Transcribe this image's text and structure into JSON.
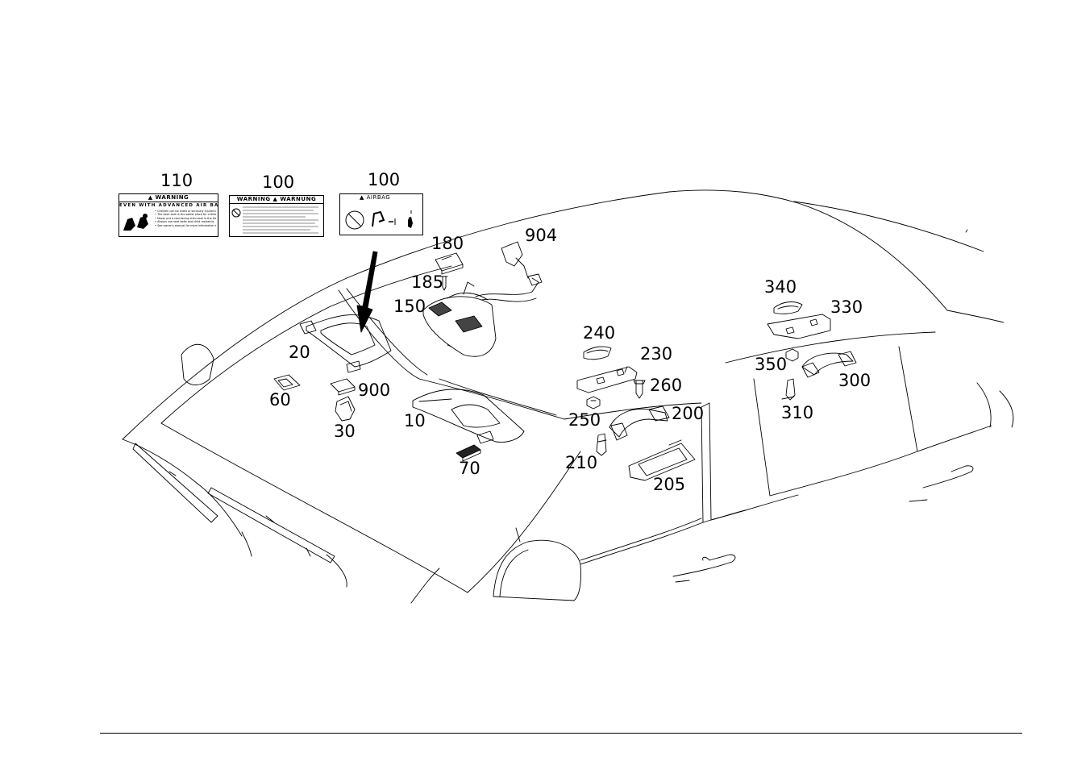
{
  "labels": {
    "l110": "110",
    "l100a": "100",
    "l100b": "100",
    "l180": "180",
    "l904": "904",
    "l185": "185",
    "l150": "150",
    "l340": "340",
    "l330": "330",
    "l240": "240",
    "l230": "230",
    "l20": "20",
    "l260": "260",
    "l350": "350",
    "l300": "300",
    "l60": "60",
    "l900": "900",
    "l250": "250",
    "l200": "200",
    "l310": "310",
    "l10": "10",
    "l30": "30",
    "l210": "210",
    "l70": "70",
    "l205": "205"
  },
  "cards": {
    "c110": {
      "title": "WARNING",
      "subtitle": "EVEN WITH ADVANCED AIR BAGS",
      "lines": [
        "• Children can be killed or seriously injured by the air bag",
        "• The back seat is the safest place for children",
        "• Never put a rear-facing child seat in the front",
        "• Always use seat belts and child restraints",
        "• See owner's manual for more information about air bags"
      ]
    },
    "c100a": {
      "title": "WARNING ▲ WARNUNG"
    },
    "c100b": {
      "title": "AIRBAG"
    }
  }
}
